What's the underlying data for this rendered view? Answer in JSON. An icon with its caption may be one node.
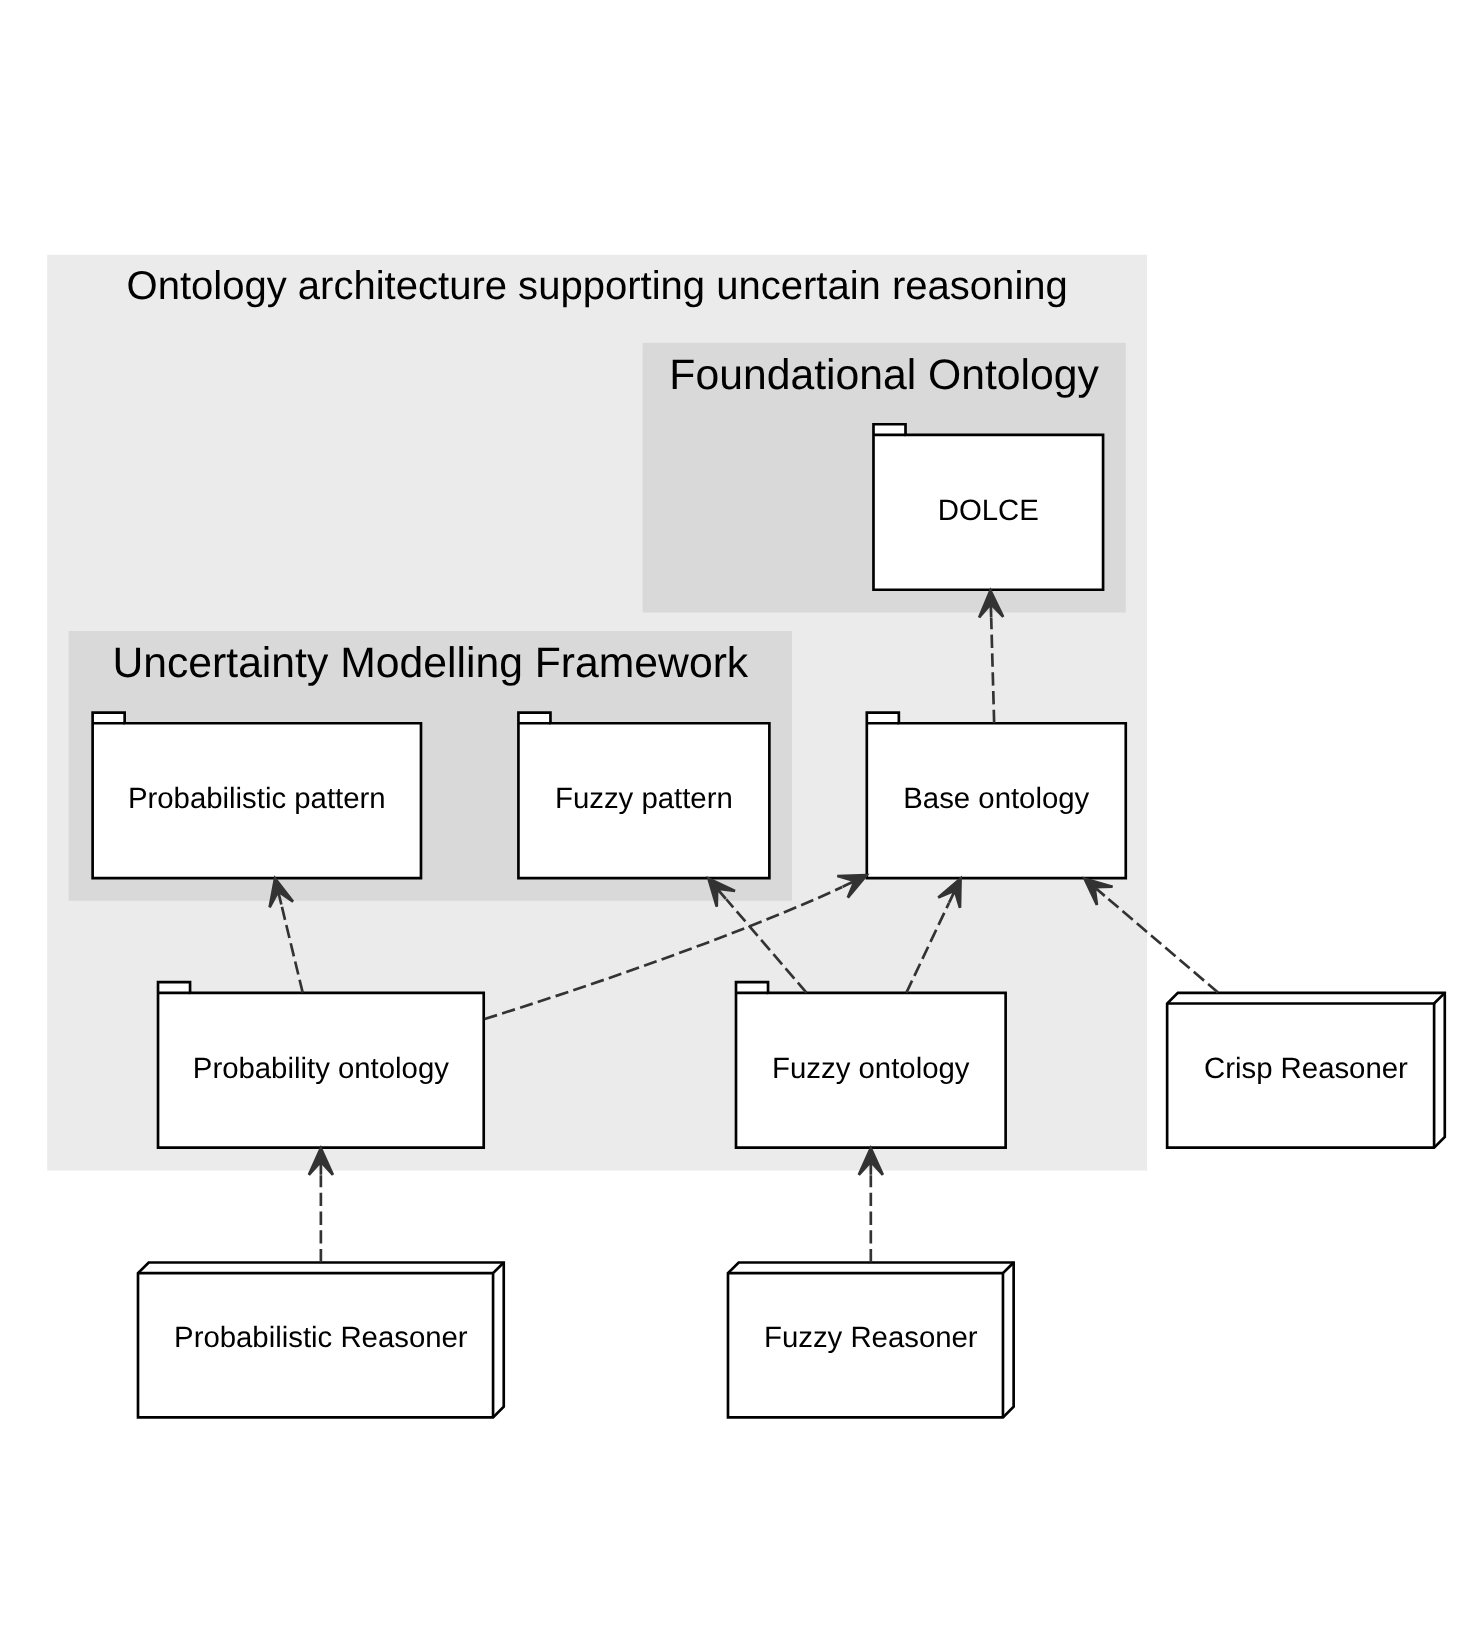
{
  "diagram": {
    "nodes": [
      {
        "text": [
          "Ontology architecture supporting uncertain reasoning"
        ]
      },
      {
        "text": [
          "Foundational Ontology"
        ],
        "in": 0
      },
      {
        "text": [
          "DOLCE"
        ],
        "in": 1
      },
      {
        "text": [
          "Uncertainty Modelling Framework"
        ],
        "in": 0
      },
      {
        "text": [
          "Probabilistic pattern"
        ],
        "in": 3
      },
      {
        "text": [
          "Fuzzy pattern"
        ],
        "in": 3
      },
      {
        "text": [
          "Base ontology"
        ],
        "in": 0
      },
      {
        "text": [
          "Probability ontology"
        ],
        "in": 0
      },
      {
        "text": [
          "Fuzzy ontology"
        ],
        "in": 0
      },
      {
        "text": [
          "Crisp Reasoner"
        ]
      },
      {
        "text": [
          "Probabilistic Reasoner"
        ]
      },
      {
        "text": [
          "Fuzzy Reasoner"
        ]
      }
    ],
    "edges": [
      {
        "from": 6,
        "to": 2,
        "arrow": "to",
        "style": "dashed"
      },
      {
        "from": 7,
        "to": 4,
        "arrow": "to",
        "style": "dashed"
      },
      {
        "from": 8,
        "to": 5,
        "arrow": "to",
        "style": "dashed"
      },
      {
        "from": 8,
        "to": 6,
        "arrow": "to",
        "style": "dashed"
      },
      {
        "from": 7,
        "to": 6,
        "arrow": "to",
        "style": "dashed"
      },
      {
        "from": 9,
        "to": 6,
        "arrow": "to",
        "style": "dashed"
      },
      {
        "from": 10,
        "to": 7,
        "arrow": "to",
        "style": "dashed"
      },
      {
        "from": 11,
        "to": 8,
        "arrow": "to",
        "style": "dashed"
      }
    ]
  }
}
